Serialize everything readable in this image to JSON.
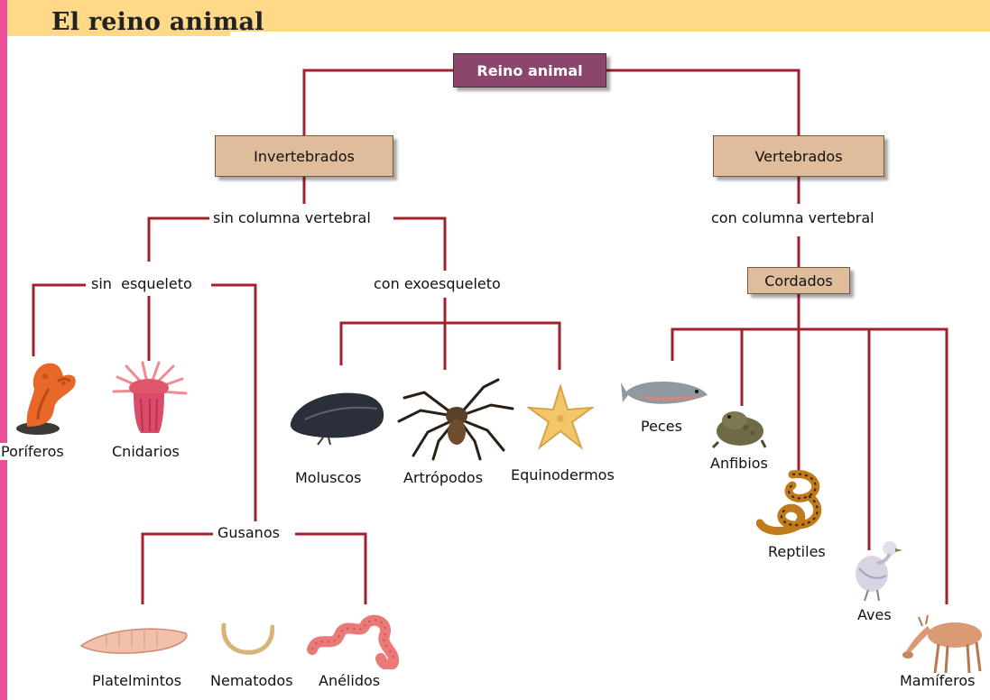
{
  "title": "El reino animal",
  "root": "Reino animal",
  "groups": {
    "invertebrates": "Invertebrados",
    "vertebrates": "Vertebrados",
    "chordates": "Cordados"
  },
  "criteria": {
    "no_spine": "sin columna vertebral",
    "spine": "con columna vertebral",
    "no_skeleton": "sin  esqueleto",
    "exoskeleton": "con exoesqueleto",
    "worms": "Gusanos"
  },
  "animals": {
    "porifera": "Poríferos",
    "cnidaria": "Cnidarios",
    "mollusca": "Moluscos",
    "arthropoda": "Artrópodos",
    "echinodermata": "Equinodermos",
    "platyhelminthes": "Platelmintos",
    "nematoda": "Nematodos",
    "annelida": "Anélidos",
    "fish": "Peces",
    "amphibians": "Anfibios",
    "reptiles": "Reptiles",
    "birds": "Aves",
    "mammals": "Mamíferos"
  },
  "colors": {
    "line": "#a3202e",
    "root_box": "#8c466e",
    "group_box": "#dfbd9a",
    "title_band": "#ffd987",
    "left_bar": "#ea4f97"
  }
}
